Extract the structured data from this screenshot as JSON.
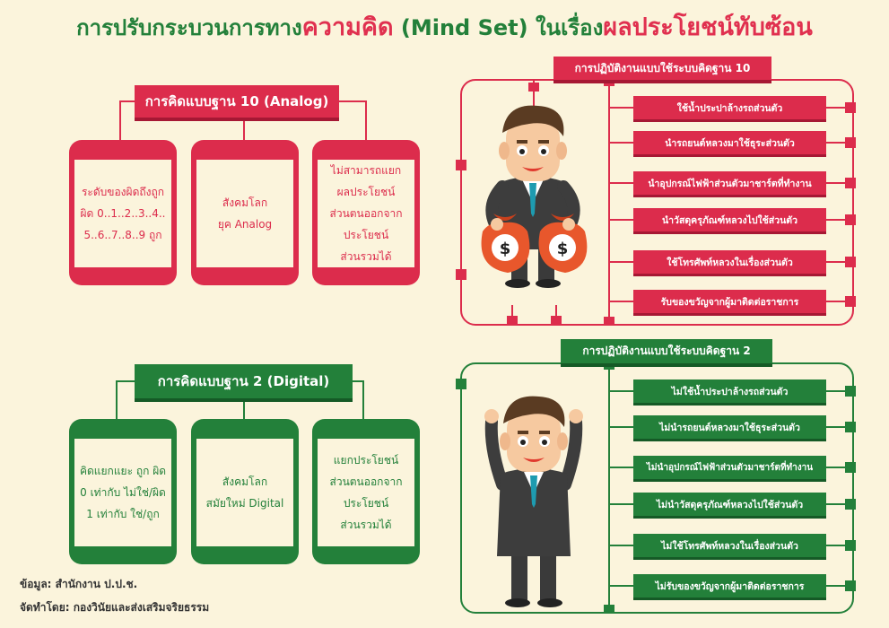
{
  "title": {
    "part1": "การปรับกระบวนการทาง",
    "part2": "ความคิด",
    "part3": " (Mind Set) ในเรื่อง",
    "part4": "ผลประโยชน์ทับซ้อน"
  },
  "analog": {
    "header": "การคิดแบบฐาน 10 (Analog)",
    "cards": [
      [
        "ระดับของผิดถึงถูก",
        "ผิด 0..1..2..3..4..",
        "5..6..7..8..9 ถูก"
      ],
      [
        "สังคมโลก",
        "ยุค Analog"
      ],
      [
        "ไม่สามารถแยก",
        "ผลประโยชน์",
        "ส่วนตนออกจาก",
        "ประโยชน์",
        "ส่วนรวมได้"
      ]
    ]
  },
  "digital": {
    "header": "การคิดแบบฐาน 2 (Digital)",
    "cards": [
      [
        "คิดแยกแยะ ถูก ผิด",
        "0 เท่ากับ ไม่ใช่/ผิด",
        "1 เท่ากับ ใช่/ถูก"
      ],
      [
        "สังคมโลก",
        "สมัยใหม่ Digital"
      ],
      [
        "แยกประโยชน์",
        "ส่วนตนออกจาก",
        "ประโยชน์",
        "ส่วนรวมได้"
      ]
    ]
  },
  "practice10": {
    "header": "การปฏิบัติงานแบบใช้ระบบคิดฐาน 10",
    "items": [
      "ใช้น้ำประปาล้างรถส่วนตัว",
      "นำรถยนต์หลวงมาใช้ธุระส่วนตัว",
      "นำอุปกรณ์ไฟฟ้าส่วนตัวมาชาร์ตที่ทำงาน",
      "นำวัสดุครุภัณฑ์หลวงไปใช้ส่วนตัว",
      "ใช้โทรศัพท์หลวงในเรื่องส่วนตัว",
      "รับของขวัญจากผู้มาติดต่อราชการ"
    ]
  },
  "practice2": {
    "header": "การปฏิบัติงานแบบใช้ระบบคิดฐาน 2",
    "items": [
      "ไม่ใช้น้ำประปาล้างรถส่วนตัว",
      "ไม่นำรถยนต์หลวงมาใช้ธุระส่วนตัว",
      "ไม่นำอุปกรณ์ไฟฟ้าส่วนตัวมาชาร์ตที่ทำงาน",
      "ไม่นำวัสดุครุภัณฑ์หลวงไปใช้ส่วนตัว",
      "ไม่ใช้โทรศัพท์หลวงในเรื่องส่วนตัว",
      "ไม่รับของขวัญจากผู้มาติดต่อราชการ"
    ]
  },
  "moneybag_symbol": "$",
  "footer": {
    "source": "ข้อมูล: สำนักงาน ป.ป.ช.",
    "producer": "จัดทำโดย: กองวินัยและส่งเสริมจริยธรรม"
  },
  "colors": {
    "red": "#dc2c4c",
    "green": "#23803a",
    "background": "#fbf4dc"
  }
}
